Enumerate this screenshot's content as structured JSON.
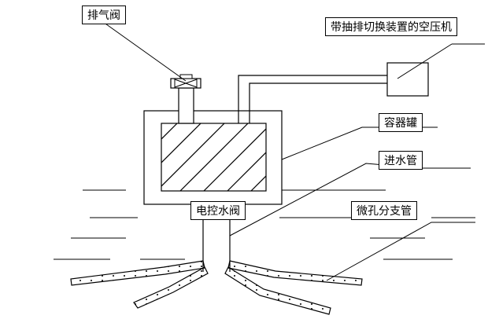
{
  "labels": {
    "exhaust_valve": "排气阀",
    "compressor": "带抽排切换装置的空压机",
    "tank": "容器罐",
    "inlet_pipe": "进水管",
    "electric_valve": "电控水阀",
    "branch_pipes": "微孔分支管"
  },
  "colors": {
    "line": "#000000",
    "background": "#ffffff"
  }
}
